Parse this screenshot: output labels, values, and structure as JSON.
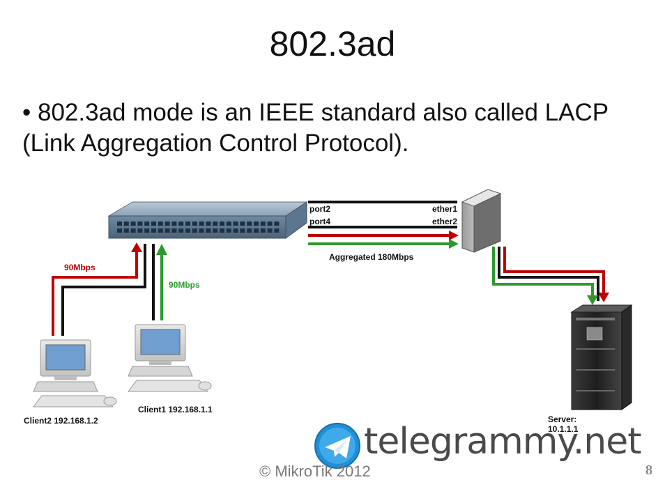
{
  "slide": {
    "title": "802.3ad",
    "bullet": "• 802.3ad mode is an IEEE standard also called LACP (Link Aggregation Control Protocol).",
    "footer": "© MikroTik  2012",
    "page_number": "8"
  },
  "diagram": {
    "labels": {
      "port2": "port2",
      "port4": "port4",
      "ether1": "ether1",
      "ether2": "ether2",
      "aggregated": "Aggregated 180Mbps",
      "client2_speed": "90Mbps",
      "client1_speed": "90Mbps",
      "client1": "Client1 192.168.1.1",
      "client2": "Client2 192.168.1.2",
      "server_line1": "Server:",
      "server_line2": "10.1.1.1"
    },
    "colors": {
      "red": "#c00000",
      "green": "#2e9a2e",
      "black": "#111111"
    }
  },
  "watermark": {
    "text": "telegrammy.net"
  }
}
